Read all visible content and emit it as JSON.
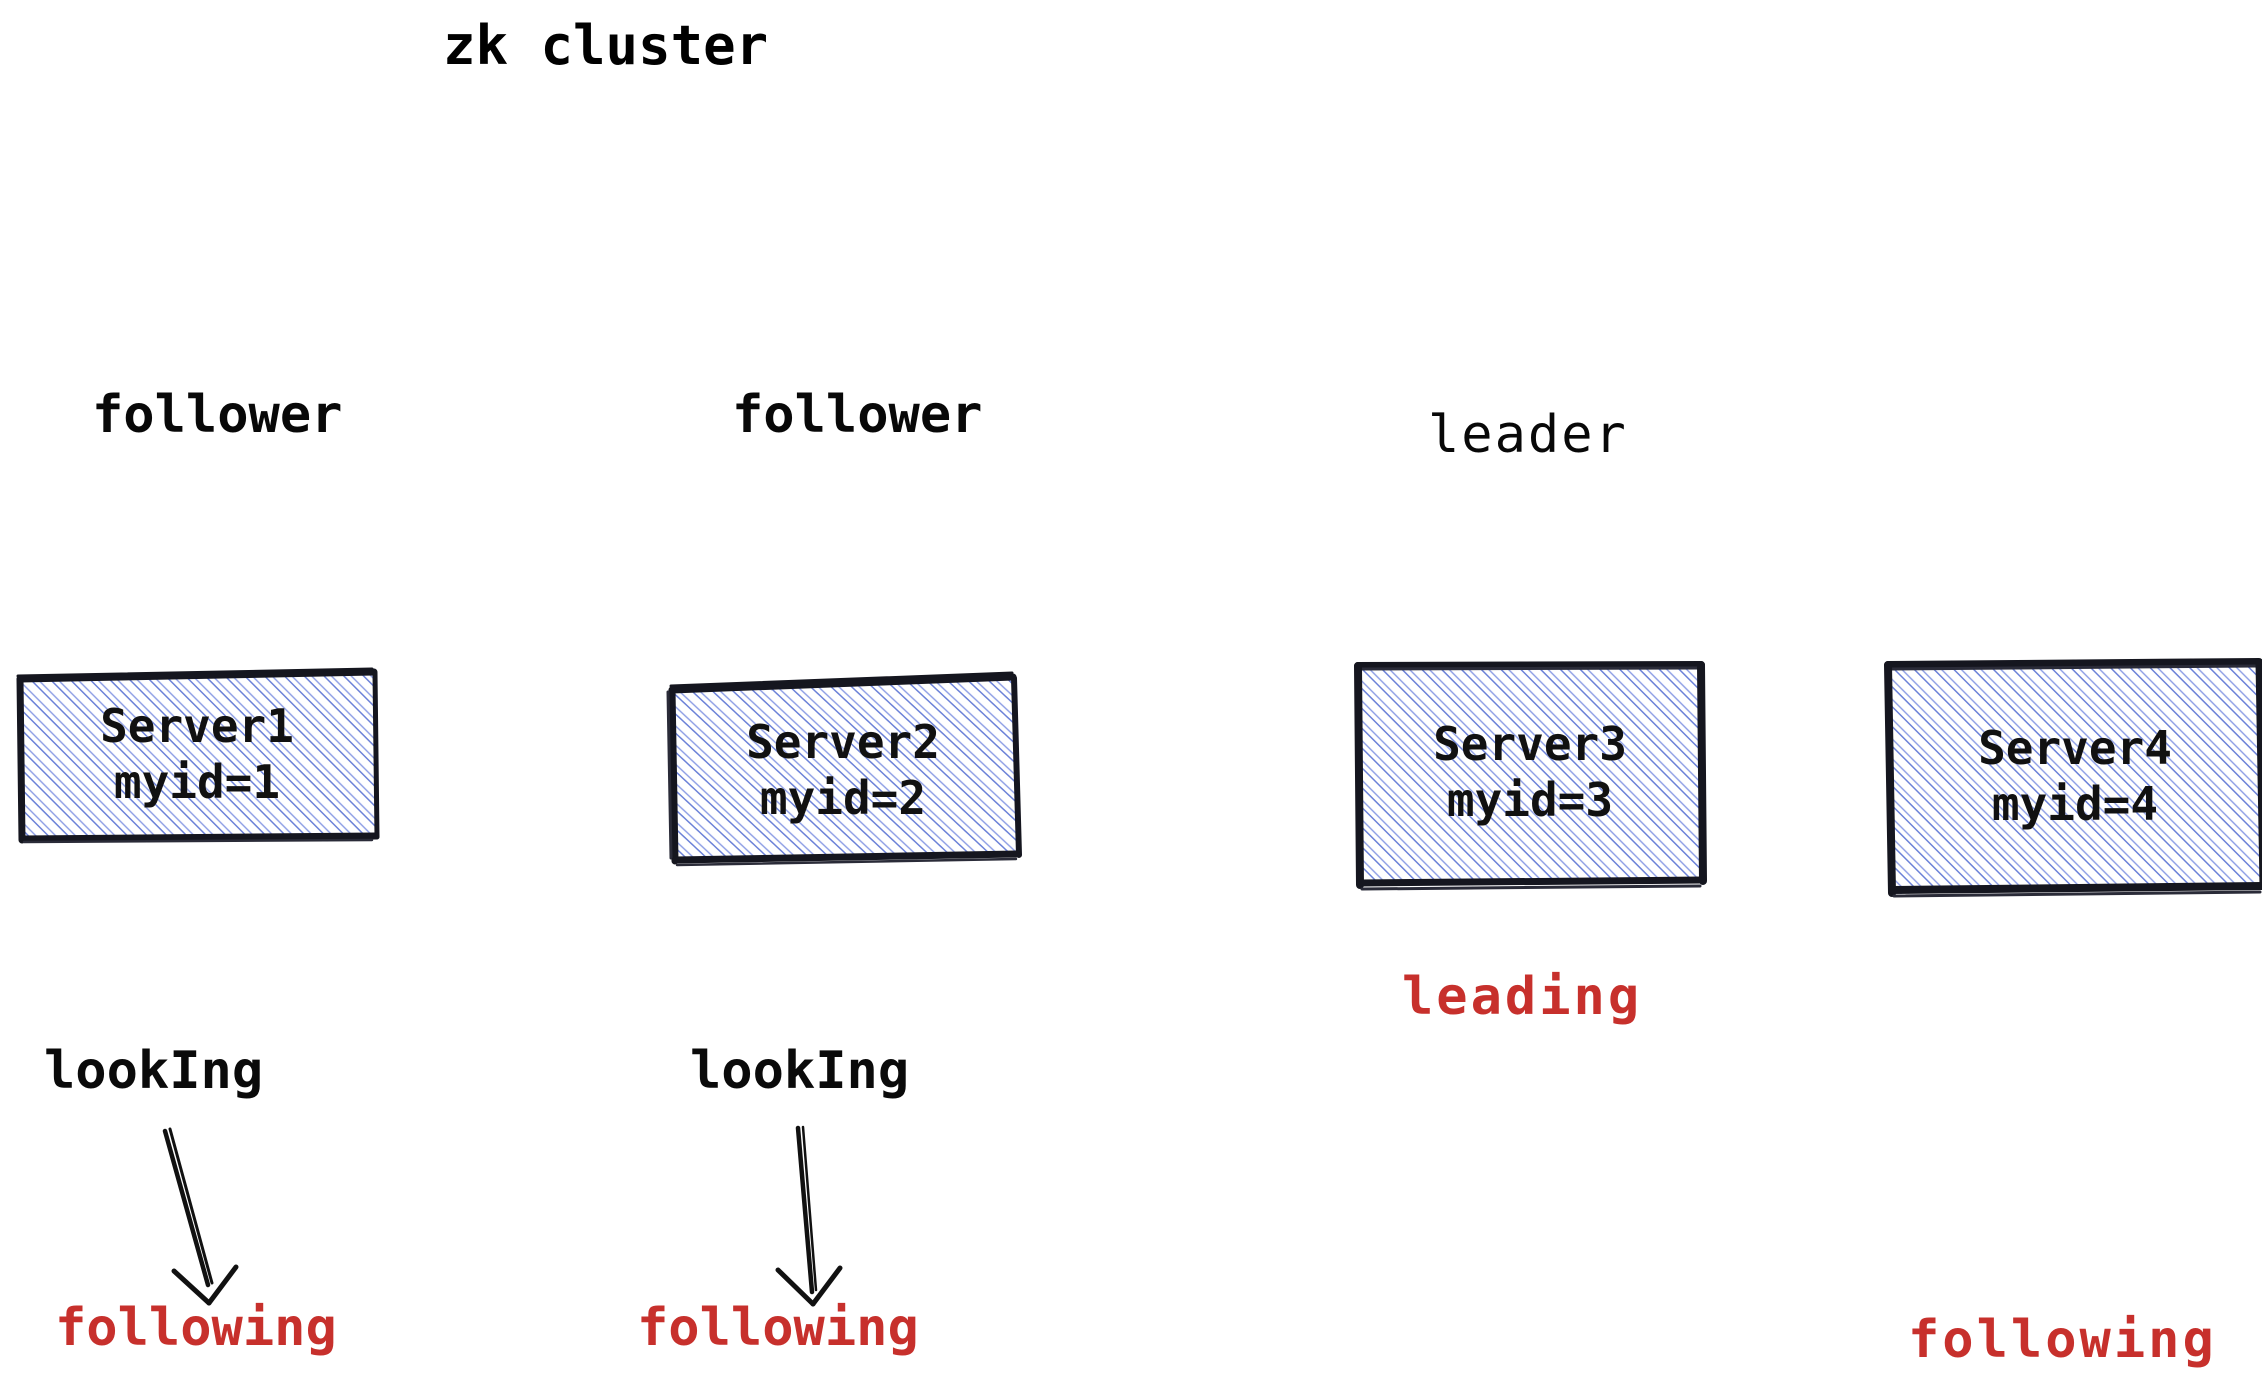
{
  "diagram": {
    "title": "zk cluster",
    "palette": {
      "hatch_blue": "#6c82d8",
      "box_outline": "#15161f",
      "state_red": "#c7302c",
      "text_dark": "#0a0a0a",
      "background": "#ffffff"
    },
    "roles": [
      {
        "id": "role-1",
        "label": "follower"
      },
      {
        "id": "role-2",
        "label": "follower"
      },
      {
        "id": "role-3",
        "label": "leader"
      }
    ],
    "nodes": [
      {
        "id": "server1",
        "name": "Server1",
        "myid": "myid=1"
      },
      {
        "id": "server2",
        "name": "Server2",
        "myid": "myid=2"
      },
      {
        "id": "server3",
        "name": "Server3",
        "myid": "myid=3"
      },
      {
        "id": "server4",
        "name": "Server4",
        "myid": "myid=4"
      }
    ],
    "states": {
      "looking_1": "lookIng",
      "looking_2": "lookIng",
      "leading_3": "leading",
      "following_1": "following",
      "following_2": "following",
      "following_4": "following"
    },
    "transitions": [
      {
        "id": "arrow-1",
        "from": "lookIng",
        "to": "following"
      },
      {
        "id": "arrow-2",
        "from": "lookIng",
        "to": "following"
      }
    ]
  }
}
